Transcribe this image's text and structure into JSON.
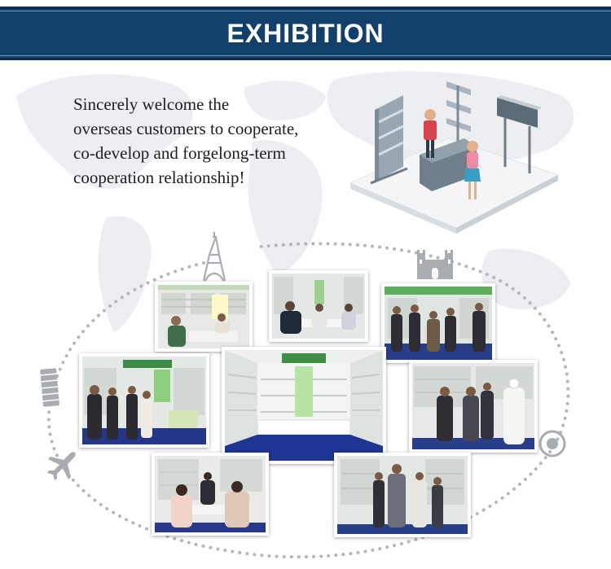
{
  "header": {
    "title": "EXHIBITION",
    "background_color": "#133f6b"
  },
  "intro": {
    "lines": [
      "Sincerely welcome the",
      "overseas customers to cooperate,",
      "co-develop and forgelong-term",
      "cooperation relationship!"
    ]
  },
  "background": {
    "map_color": "#e9ecef",
    "route_dot_color": "#b4b8bd"
  },
  "icons": [
    "eiffel-tower-icon",
    "castle-icon",
    "leaning-tower-icon",
    "airplane-icon",
    "target-icon",
    "booth-illustration"
  ],
  "photos": [
    {
      "name": "photo-booth-customers-sitting"
    },
    {
      "name": "photo-booth-meeting-table"
    },
    {
      "name": "photo-booth-crowd"
    },
    {
      "name": "photo-booth-green-sign"
    },
    {
      "name": "photo-booth-empty-center"
    },
    {
      "name": "photo-booth-visitors-robes"
    },
    {
      "name": "photo-booth-seated-discussion"
    },
    {
      "name": "photo-booth-browsing"
    }
  ]
}
